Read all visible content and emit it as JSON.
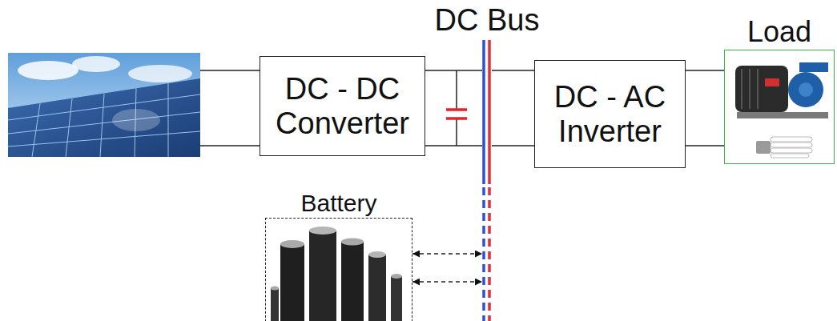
{
  "diagram": {
    "nodes": [
      {
        "text": [
          "DC - DC Converter"
        ]
      },
      {
        "text": [
          "DC Bus"
        ]
      },
      {
        "text": [
          "DC - AC Inverter"
        ]
      },
      {
        "text": [
          "Load"
        ]
      },
      {
        "text": [
          "Battery"
        ]
      }
    ],
    "edges": [
      {
        "from": 0,
        "to": 1,
        "arrow": "none"
      },
      {
        "from": 0,
        "to": 1,
        "arrow": "none"
      },
      {
        "from": 1,
        "to": 2,
        "arrow": "none"
      },
      {
        "from": 1,
        "to": 2,
        "arrow": "none"
      },
      {
        "from": 2,
        "to": 3,
        "arrow": "none"
      },
      {
        "from": 2,
        "to": 3,
        "arrow": "none"
      },
      {
        "from": 4,
        "to": 1,
        "arrow": "both"
      },
      {
        "from": 4,
        "to": 1,
        "arrow": "both"
      }
    ]
  }
}
